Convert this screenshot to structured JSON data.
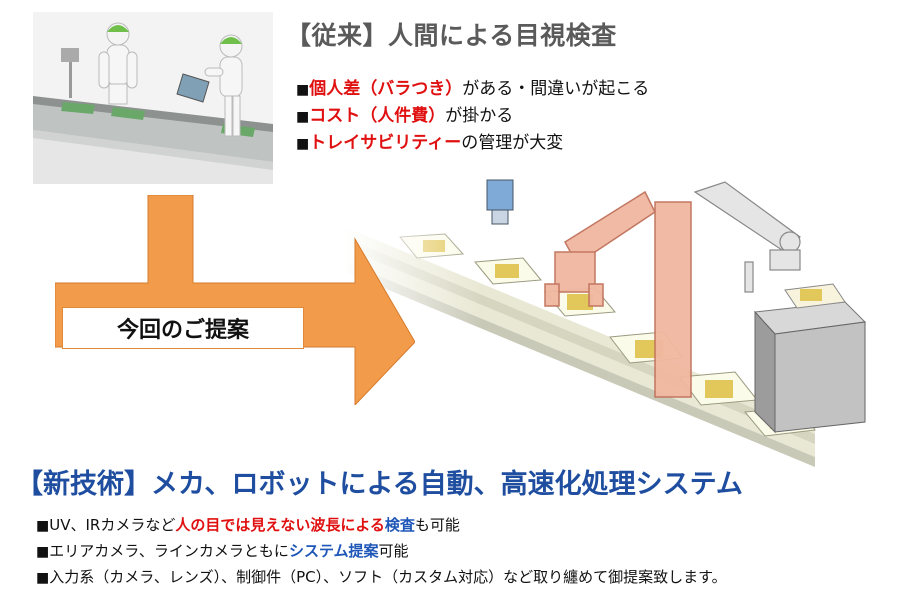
{
  "top": {
    "title": "【従来】人間による目視検査",
    "bullets": [
      {
        "box": "■",
        "parts": [
          {
            "t": "個人差（バラつき）",
            "s": "red"
          },
          {
            "t": "がある・間違いが起こる",
            "s": ""
          }
        ]
      },
      {
        "box": "■",
        "parts": [
          {
            "t": "コスト（人件費）",
            "s": "red"
          },
          {
            "t": "が掛かる",
            "s": ""
          }
        ]
      },
      {
        "box": "■",
        "parts": [
          {
            "t": "トレイサビリティー",
            "s": "red"
          },
          {
            "t": "の管理が大変",
            "s": ""
          }
        ]
      }
    ]
  },
  "arrow": {
    "label": "今回のご提案",
    "color": "#f29b4b"
  },
  "bottom": {
    "title": "【新技術】メカ、ロボットによる自動、高速化処理システム",
    "bullets": [
      {
        "box": "■",
        "parts": [
          {
            "t": "UV、IRカメラなど",
            "s": ""
          },
          {
            "t": "人の目では見えない波長による",
            "s": "red"
          },
          {
            "t": "検査",
            "s": "blue"
          },
          {
            "t": "も可能",
            "s": ""
          }
        ]
      },
      {
        "box": "■",
        "parts": [
          {
            "t": "エリアカメラ、ラインカメラともに",
            "s": ""
          },
          {
            "t": "システム提案",
            "s": "blue"
          },
          {
            "t": "可能",
            "s": ""
          }
        ]
      },
      {
        "box": "■",
        "parts": [
          {
            "t": "入力系（カメラ、レンズ）、制御件（PC）、ソフト（カスタム対応）など取り纏めて御提案致します。",
            "s": ""
          }
        ]
      }
    ]
  },
  "colors": {
    "red": "#e01010",
    "blue": "#1f57b8",
    "title_gray": "#5a5a5a",
    "bottom_title": "#1f4ea0",
    "arrow": "#f29b4b"
  }
}
